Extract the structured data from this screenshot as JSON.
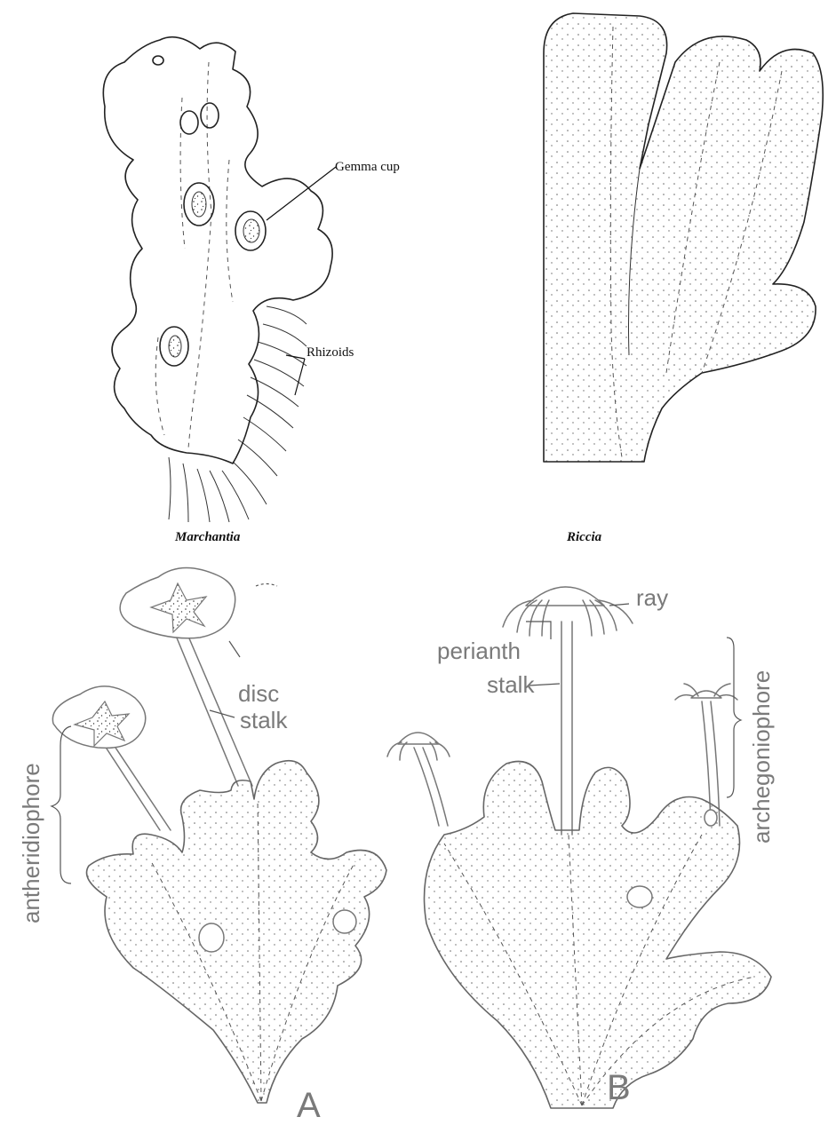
{
  "labels": {
    "gemma_cup": "Gemma cup",
    "rhizoids": "Rhizoids",
    "marchantia": "Marchantia",
    "riccia": "Riccia",
    "disc": "disc",
    "stalk_a": "stalk",
    "antheridiophore": "antheridiophore",
    "panel_a": "A",
    "ray": "ray",
    "perianth": "perianth",
    "stalk_b": "stalk",
    "archegoniophore": "archegoniophore",
    "panel_b": "B"
  },
  "colors": {
    "ink": "#222222",
    "label_grey": "#7a7a7a",
    "background": "#ffffff"
  }
}
